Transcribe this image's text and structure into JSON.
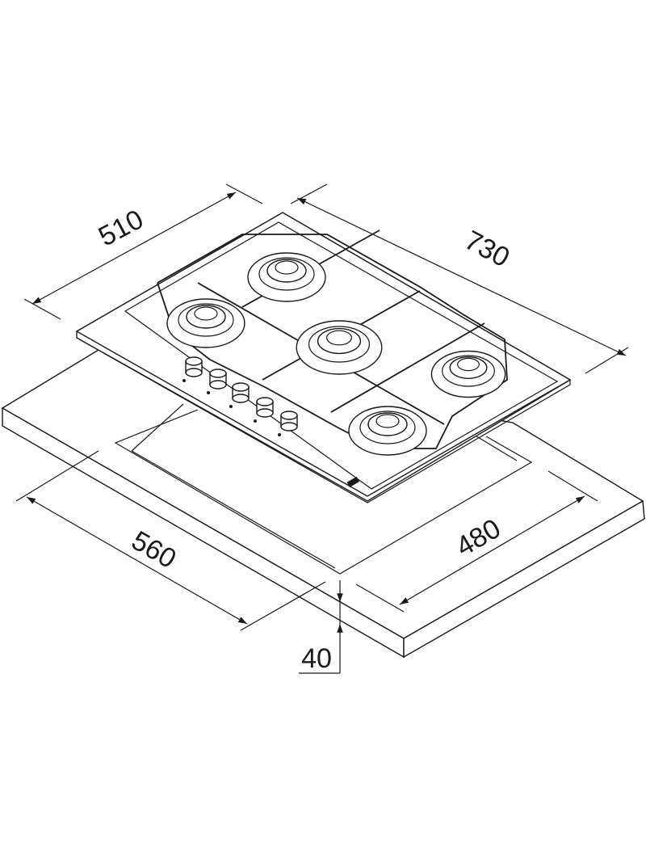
{
  "dimensions": {
    "hob_depth": "510",
    "hob_width": "730",
    "cutout_width": "560",
    "cutout_depth": "480",
    "worktop_thickness": "40"
  },
  "colors": {
    "line": "#1a1a1a",
    "background": "#ffffff"
  }
}
